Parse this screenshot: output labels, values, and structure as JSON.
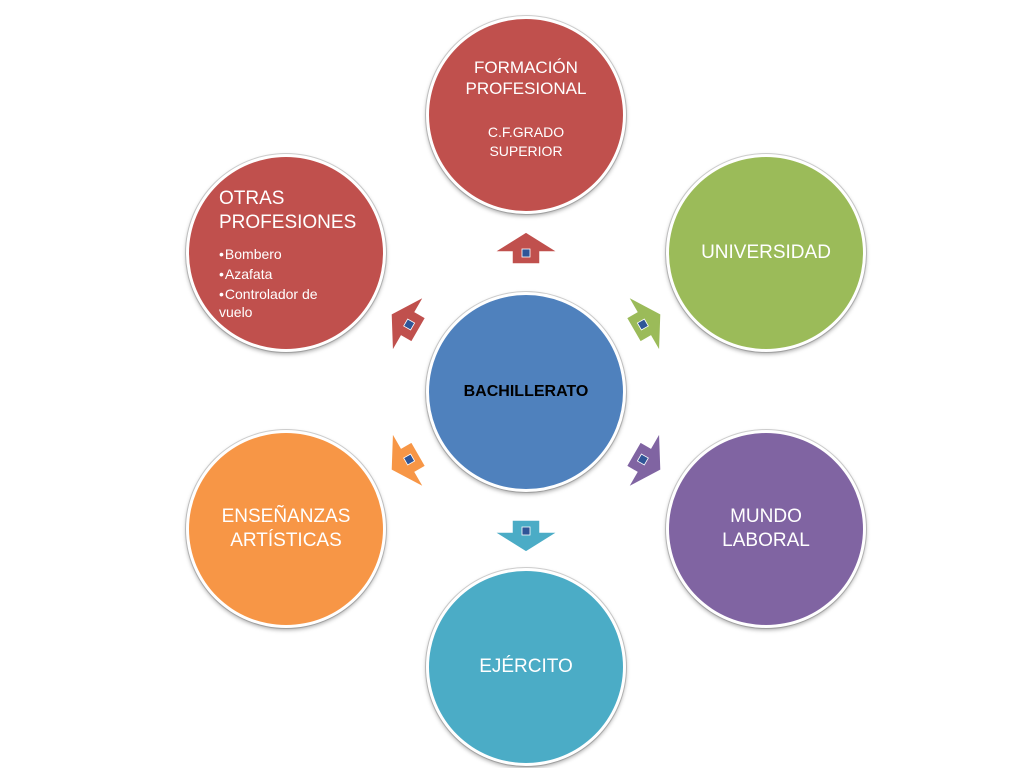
{
  "center": {
    "label": "BACHILLERATO",
    "color": "#4f81bd"
  },
  "nodes": {
    "formacion": {
      "title_line1": "FORMACIÓN",
      "title_line2": "PROFESIONAL",
      "sub_line1": "C.F.GRADO",
      "sub_line2": "SUPERIOR",
      "color": "#c0504d"
    },
    "universidad": {
      "label": "UNIVERSIDAD",
      "color": "#9bbb59"
    },
    "mundo_laboral": {
      "line1": "MUNDO",
      "line2": "LABORAL",
      "color": "#8064a2"
    },
    "ejercito": {
      "label": "EJÉRCITO",
      "color": "#4bacc6"
    },
    "ensenanzas": {
      "line1": "ENSEÑANZAS",
      "line2": "ARTÍSTICAS",
      "color": "#f79646"
    },
    "otras": {
      "title_line1": "OTRAS",
      "title_line2": "PROFESIONES",
      "items": [
        "Bombero",
        "Azafata",
        "Controlador de vuelo"
      ],
      "color": "#c0504d"
    }
  },
  "arrow_marker_color": "#2f5597"
}
